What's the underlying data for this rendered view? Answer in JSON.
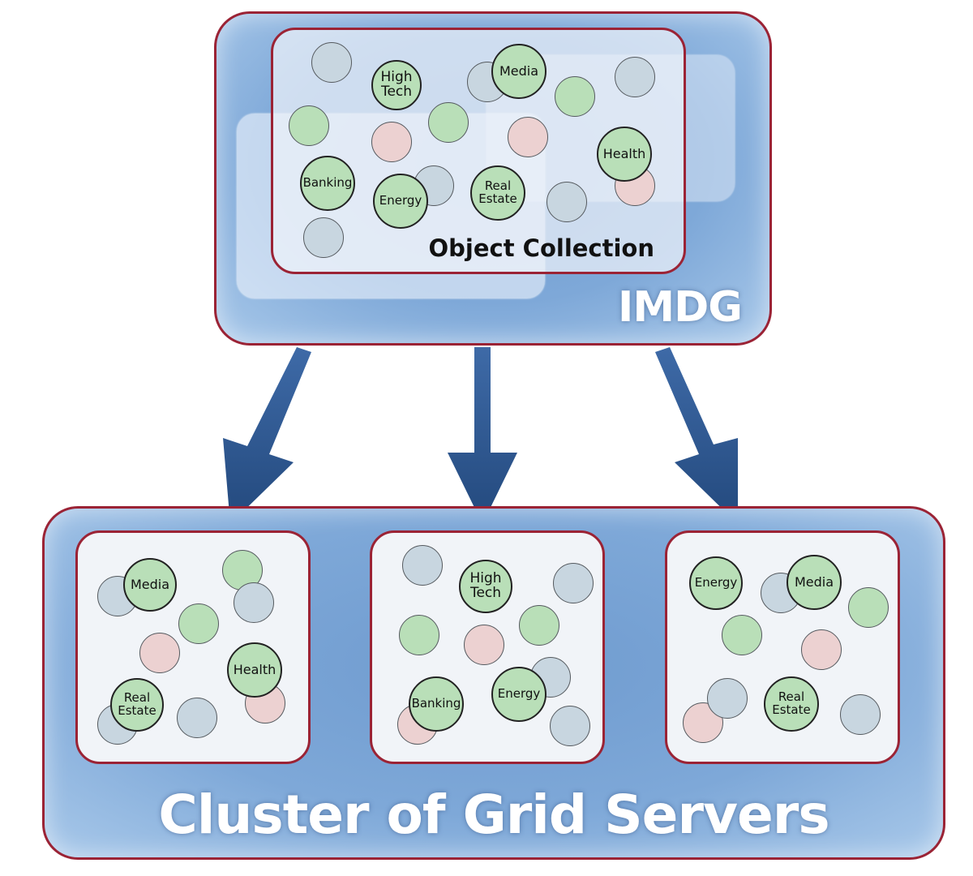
{
  "imdg": {
    "label": "IMDG",
    "collection_label": "Object Collection",
    "categories": {
      "high_tech": "High\nTech",
      "media": "Media",
      "health": "Health",
      "banking": "Banking",
      "energy": "Energy",
      "real_estate": "Real\nEstate"
    }
  },
  "cluster": {
    "label": "Cluster of Grid Servers",
    "server_1": {
      "media": "Media",
      "health": "Health",
      "real_estate": "Real\nEstate"
    },
    "server_2": {
      "high_tech": "High\nTech",
      "banking": "Banking",
      "energy": "Energy"
    },
    "server_3": {
      "energy": "Energy",
      "media": "Media",
      "real_estate": "Real\nEstate"
    }
  },
  "colors": {
    "border": "#9b2335",
    "container_blue": "#7ea8d8",
    "arrow_blue": "#2c5286",
    "circle_green": "#b9dfb8",
    "circle_gray": "#c8d6e0",
    "circle_pink": "#ecd1d1"
  }
}
